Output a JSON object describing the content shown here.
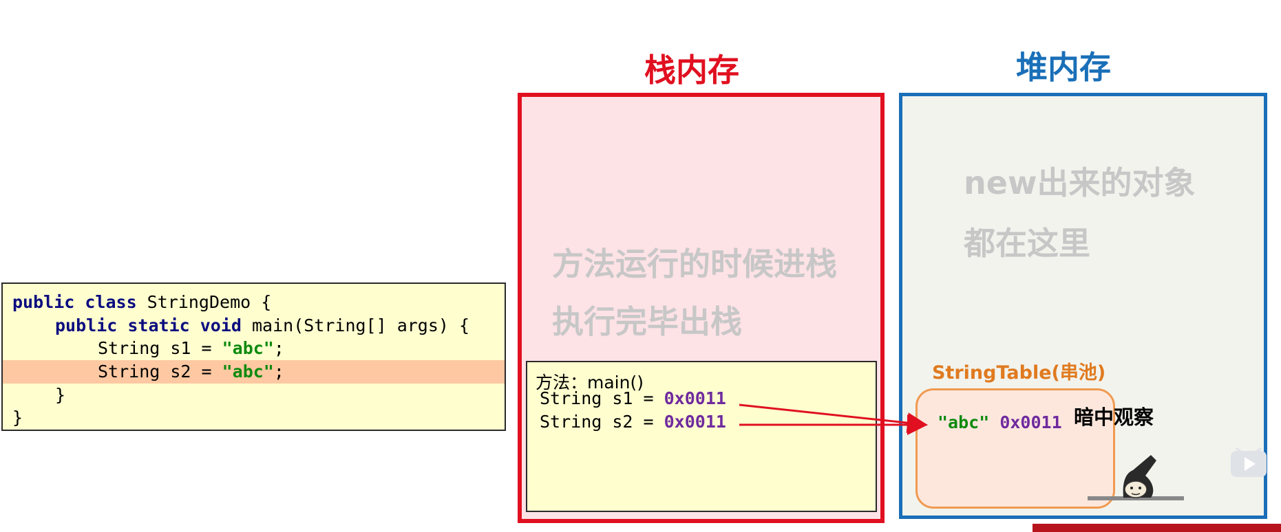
{
  "code": {
    "lines": [
      {
        "kw": "public class",
        "text": " StringDemo {"
      },
      {
        "kw": "public static void",
        "text": " main(String[] args) {"
      },
      {
        "pre": "String s1 = ",
        "str": "\"abc\"",
        "post": ";"
      },
      {
        "pre": "String s2 = ",
        "str": "\"abc\"",
        "post": ";"
      },
      {
        "text": "}"
      },
      {
        "text": "}"
      }
    ]
  },
  "stack": {
    "title": "栈内存",
    "hint_line1": "方法运行的时候进栈",
    "hint_line2": "执行完毕出栈",
    "frame": {
      "method": "方法：main()",
      "s1_label": "String s1 = ",
      "s1_addr": "0x0011",
      "s2_label": "String s2 = ",
      "s2_addr": "0x0011"
    }
  },
  "heap": {
    "title": "堆内存",
    "hint_line1": "new出来的对象",
    "hint_line2": "都在这里",
    "table_label": "StringTable(串池)",
    "pool_string": "\"abc\"",
    "pool_addr": "0x0011"
  },
  "overlay": {
    "observe_text": "暗中观察"
  },
  "colors": {
    "stack_border": "#e01020",
    "heap_border": "#1a6fb8",
    "string_table": "#f09a50",
    "address": "#6f2a9e",
    "string_literal": "#0f8a0f",
    "arrow": "#e01020"
  },
  "icons": [
    "play-icon",
    "meme-sticker"
  ]
}
